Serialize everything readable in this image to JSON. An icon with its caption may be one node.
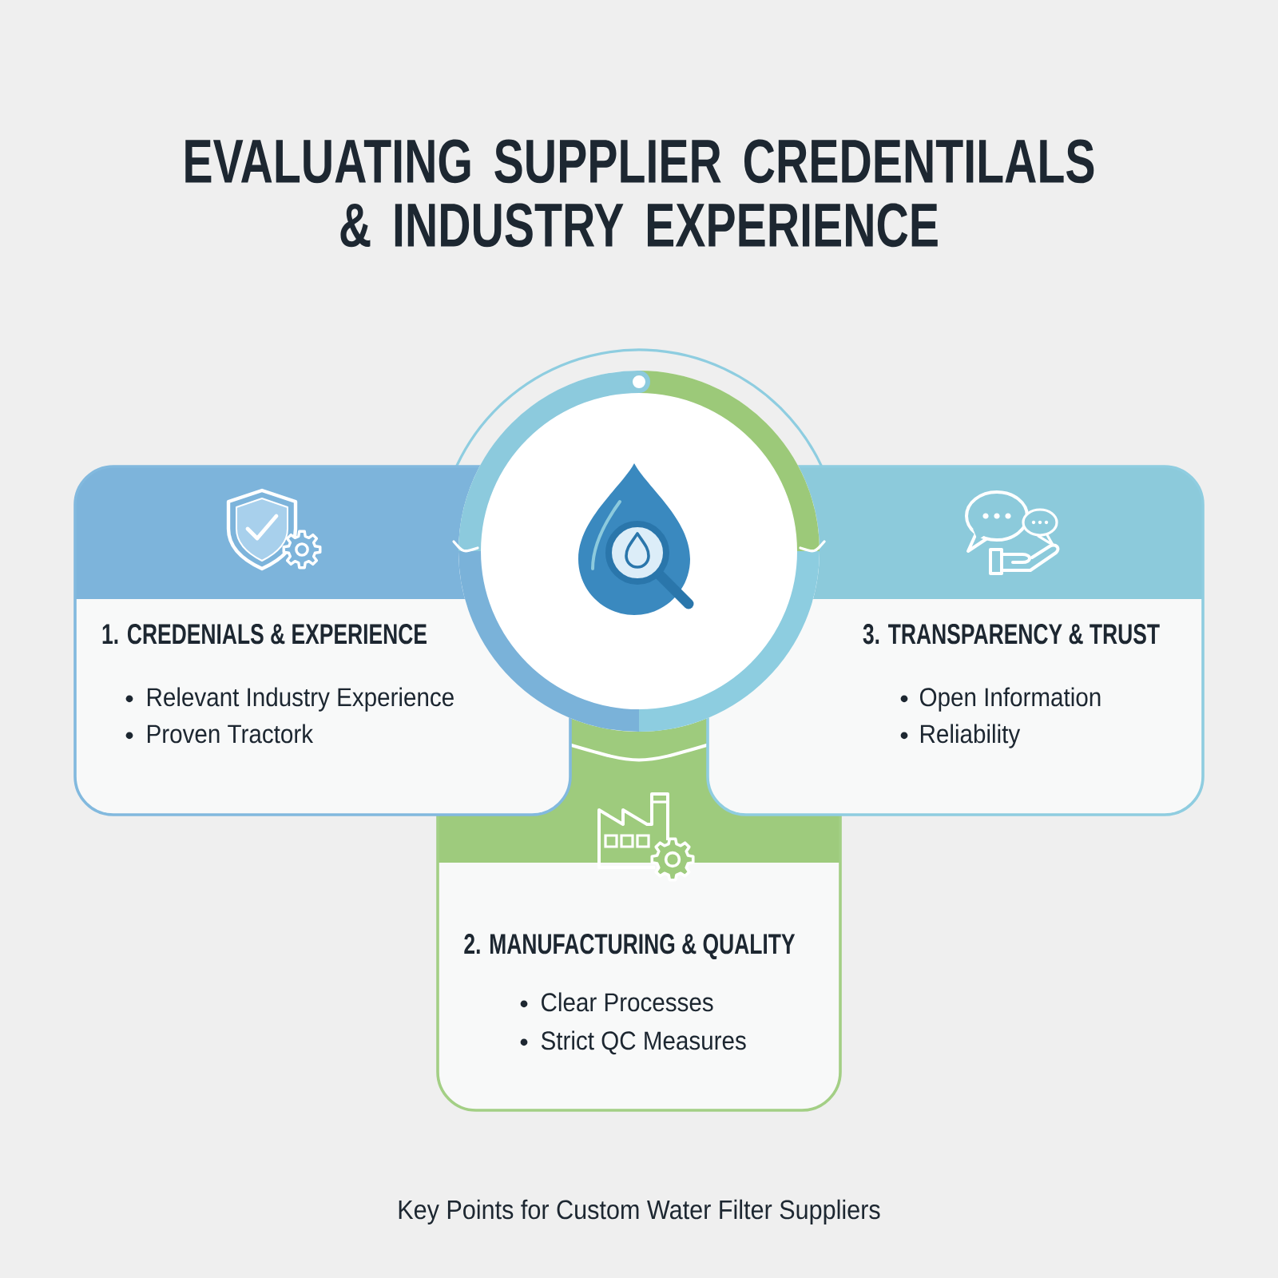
{
  "diagram": {
    "title": "EVALUATING SUPPLIER CREDENTILALS & INDUSTRY EXPERIENCE",
    "caption": "Key Points for Custom Water Filter Suppliers",
    "nodes": [
      {
        "text": [],
        "shape": "circle"
      },
      {
        "text": [
          "1. CREDENIALS & EXPERIENCE",
          "Relevant Industry Experience",
          "Proven Tractork"
        ]
      },
      {
        "text": [
          "3. TRANSPARENCY & TRUST",
          "Open Information",
          "Reliability"
        ]
      },
      {
        "text": [
          "2. MANUFACTURING & QUALITY",
          "Clear Processes",
          "Strict QC Measures"
        ]
      }
    ]
  }
}
